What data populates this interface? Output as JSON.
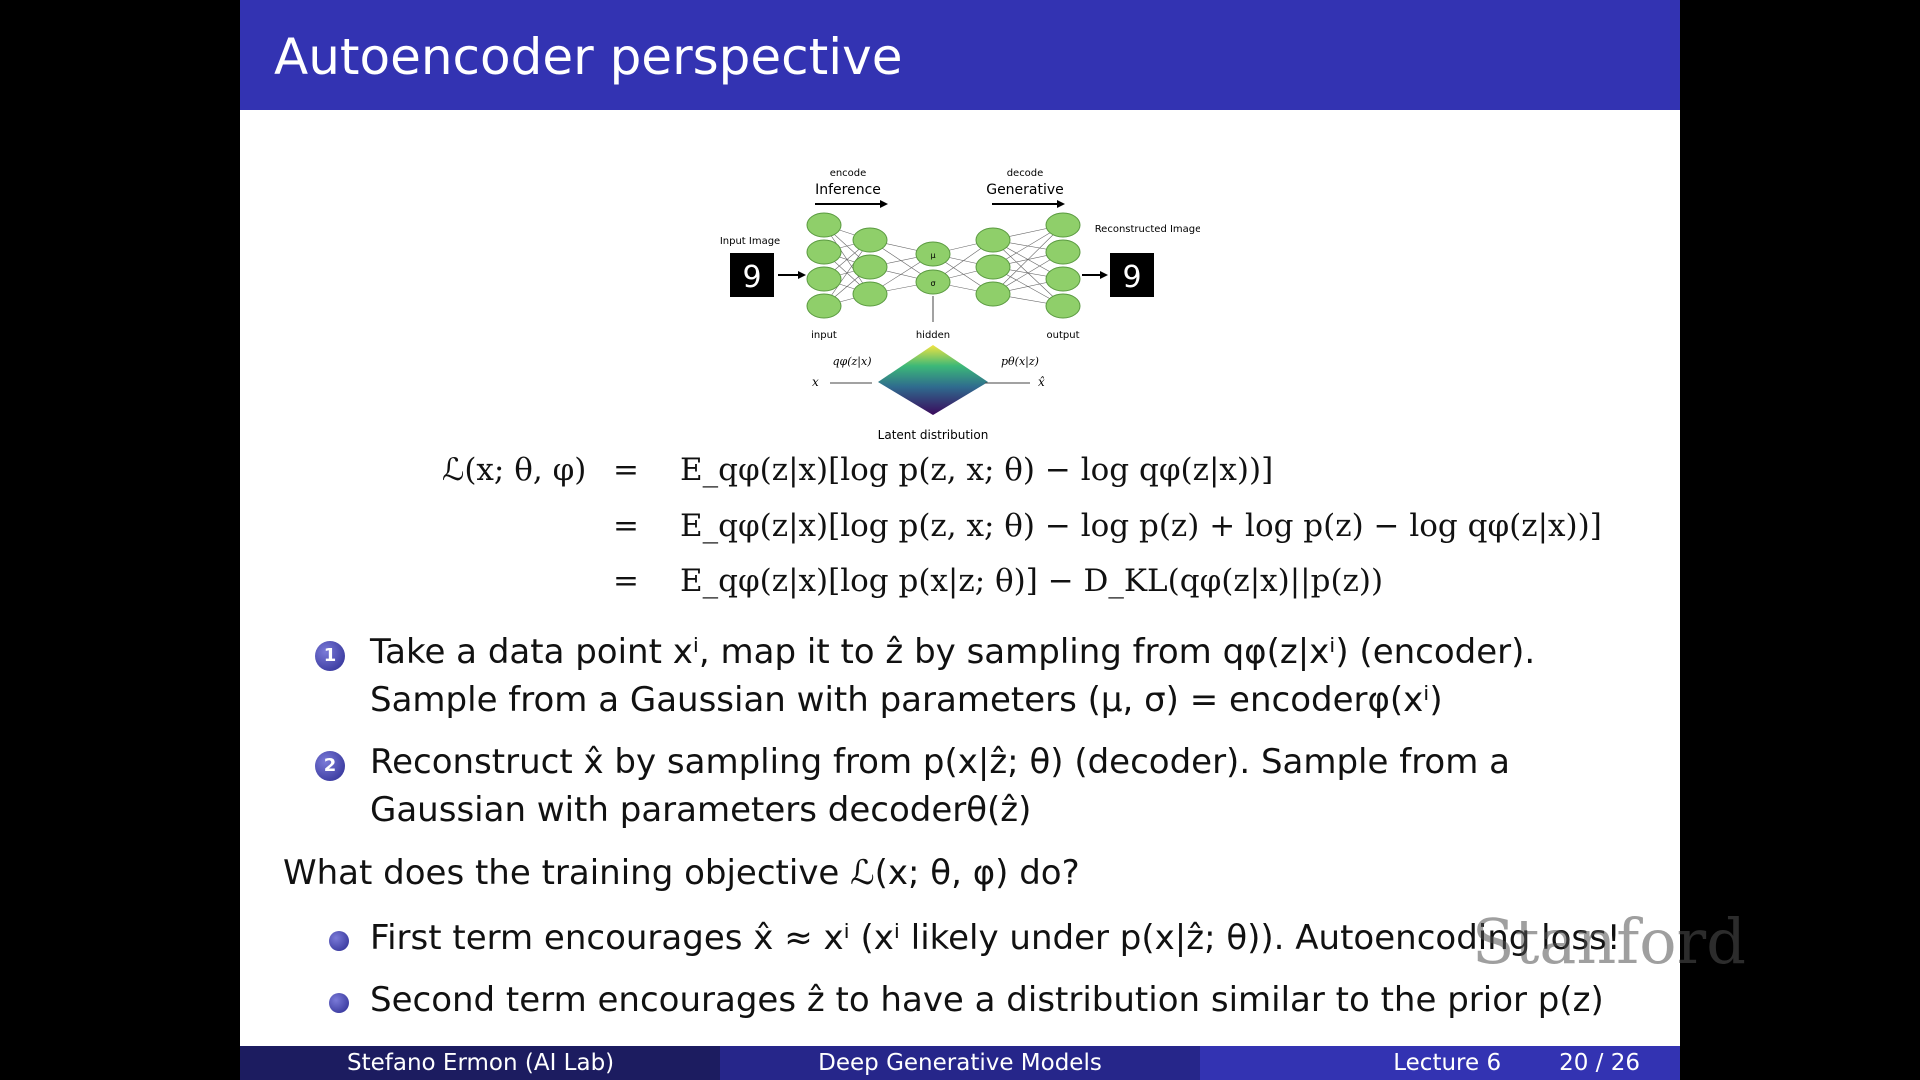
{
  "title": "Autoencoder perspective",
  "diagram": {
    "encode": "encode",
    "inference": "Inference",
    "decode": "decode",
    "generative": "Generative",
    "input_image": "Input Image",
    "reconstructed": "Reconstructed Image",
    "input": "input",
    "hidden": "hidden",
    "output": "output",
    "mu": "μ",
    "sigma": "σ",
    "q": "qφ(z|x)",
    "p": "pθ(x|z)",
    "x": "x",
    "xhat": "x̂",
    "latent": "Latent distribution",
    "digit": "9"
  },
  "equations": {
    "lhs": "ℒ(x; θ, φ)",
    "eq": "=",
    "line1": "E_qφ(z|x)[log p(z, x; θ) − log qφ(z|x))]",
    "line2": "E_qφ(z|x)[log p(z, x; θ) − log p(z) + log p(z) − log qφ(z|x))]",
    "line3": "E_qφ(z|x)[log p(x|z; θ)] − D_KL(qφ(z|x)||p(z))"
  },
  "steps": [
    {
      "num": "1",
      "line1": "Take a data point xⁱ, map it to ẑ by sampling from qφ(z|xⁱ) (encoder).",
      "line2": "Sample from a Gaussian with parameters (μ, σ) = encoderφ(xⁱ)"
    },
    {
      "num": "2",
      "line1": "Reconstruct x̂ by sampling from p(x|ẑ; θ) (decoder). Sample from a",
      "line2": "Gaussian with parameters decoderθ(ẑ)"
    }
  ],
  "question": "What does the training objective ℒ(x; θ, φ) do?",
  "bullets": [
    "First term encourages x̂ ≈ xⁱ (xⁱ likely under p(x|ẑ; θ)). Autoencoding loss!",
    "Second term encourages ẑ to have a distribution similar to the prior p(z)"
  ],
  "watermark": "Stanford",
  "footer": {
    "author": "Stefano Ermon (AI Lab)",
    "course": "Deep Generative Models",
    "lecture": "Lecture 6",
    "page": "20 / 26"
  }
}
